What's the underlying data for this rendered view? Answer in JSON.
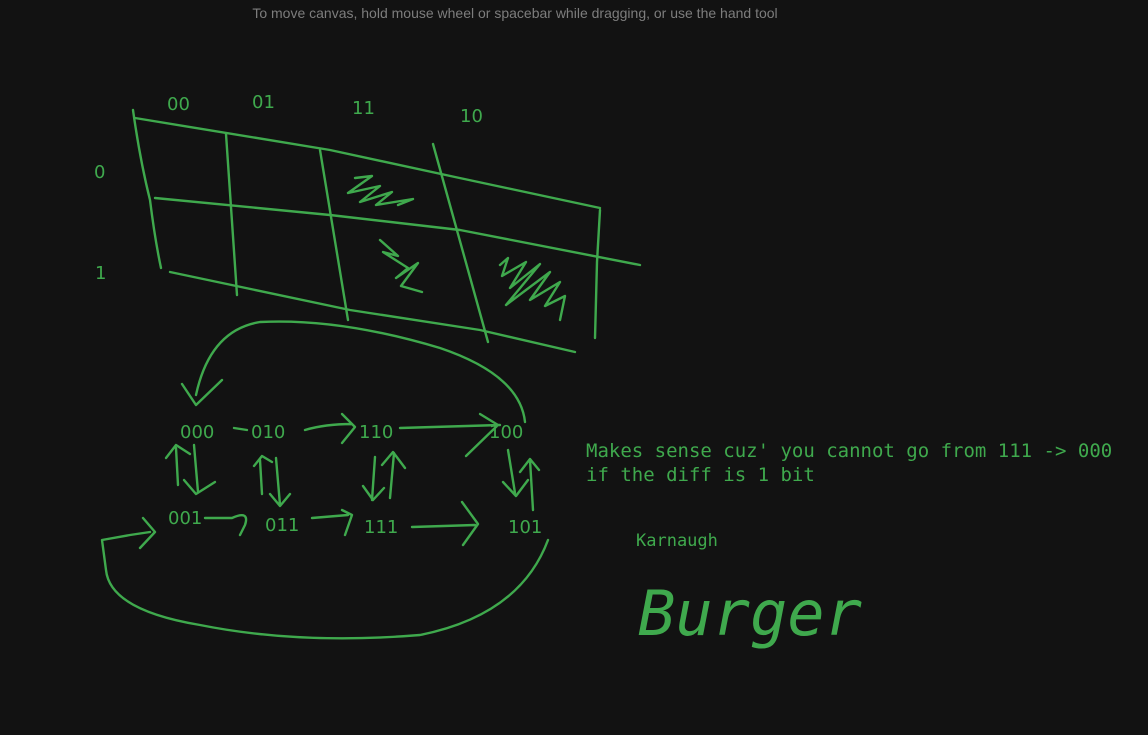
{
  "canvas_hint": "To move canvas, hold mouse wheel or spacebar while dragging, or use the hand tool",
  "kmap": {
    "column_labels": [
      "00",
      "01",
      "11",
      "10"
    ],
    "row_labels": [
      "0",
      "1"
    ]
  },
  "gray_code": {
    "top_row": [
      "000",
      "010",
      "110",
      "100"
    ],
    "bottom_row": [
      "001",
      "011",
      "111",
      "101"
    ]
  },
  "note": {
    "line1": "Makes sense cuz' you cannot go from 111 -> 000",
    "line2": "if the diff is 1 bit"
  },
  "caption_small": "Karnaugh",
  "caption_large": "Burger",
  "colors": {
    "background": "#121212",
    "ink": "#3fa94d",
    "hint_text": "#7d7d7d"
  }
}
